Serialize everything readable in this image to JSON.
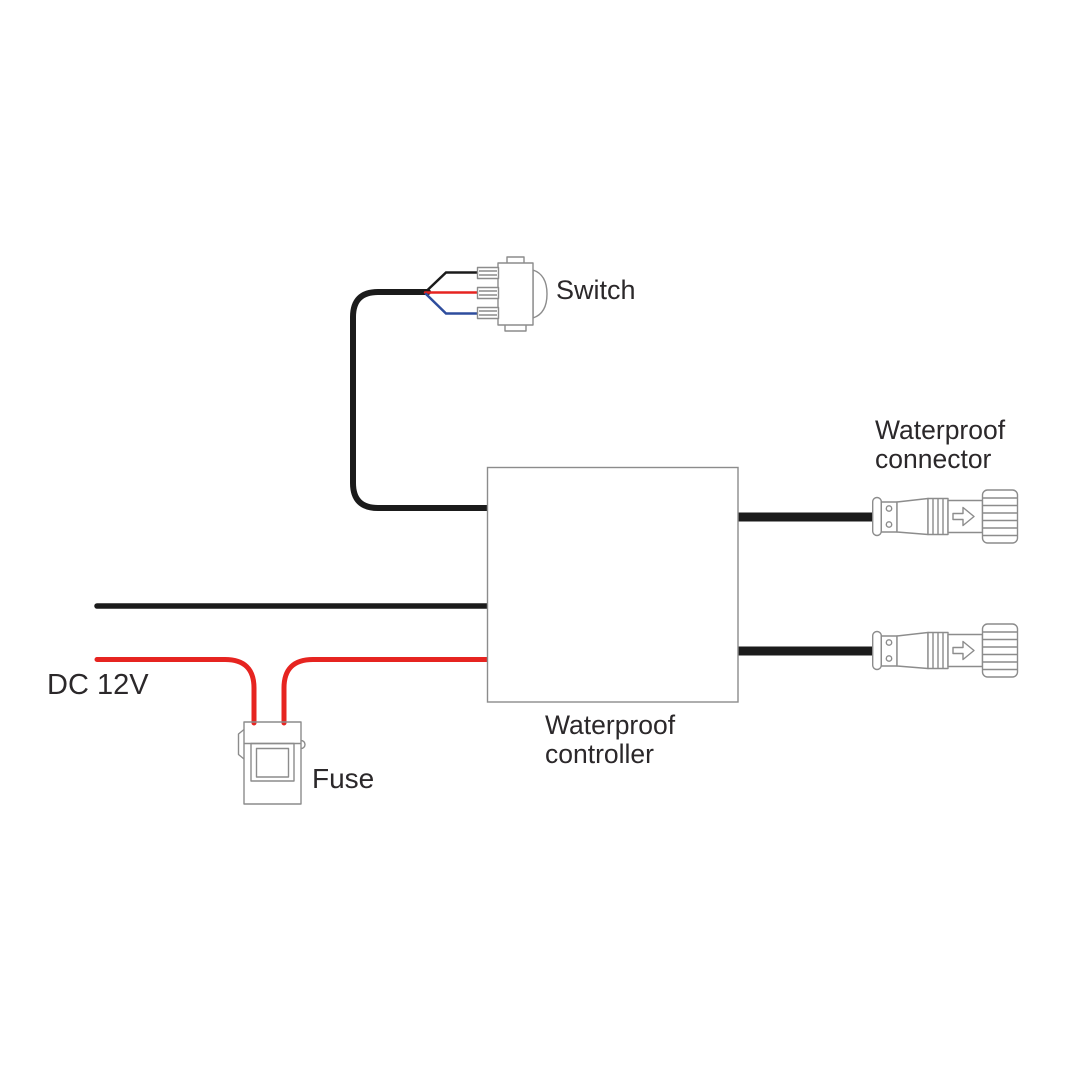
{
  "labels": {
    "switch": "Switch",
    "waterproof_connector": {
      "line1": "Waterproof",
      "line2": "connector"
    },
    "waterproof_controller": {
      "line1": "Waterproof",
      "line2": "controller"
    },
    "power_source": "DC 12V",
    "fuse": "Fuse"
  },
  "colors": {
    "wire_black": "#1b1b1b",
    "wire_red": "#e62420",
    "wire_blue": "#2e4d9d",
    "outline": "#8c8c8c",
    "text": "#2b282a",
    "background": "#ffffff"
  },
  "connections": [
    "DC 12V red (+) wire runs through the Fuse into the Waterproof controller (left side, lower input)",
    "DC 12V black (-) wire runs straight into the Waterproof controller (left side, middle input)",
    "Switch connects via black/red/blue leads merged into one black cable into the Waterproof controller (left side, top input)",
    "Waterproof controller upper right output runs to the top Waterproof connector",
    "Waterproof controller lower right output runs to the bottom Waterproof connector"
  ]
}
